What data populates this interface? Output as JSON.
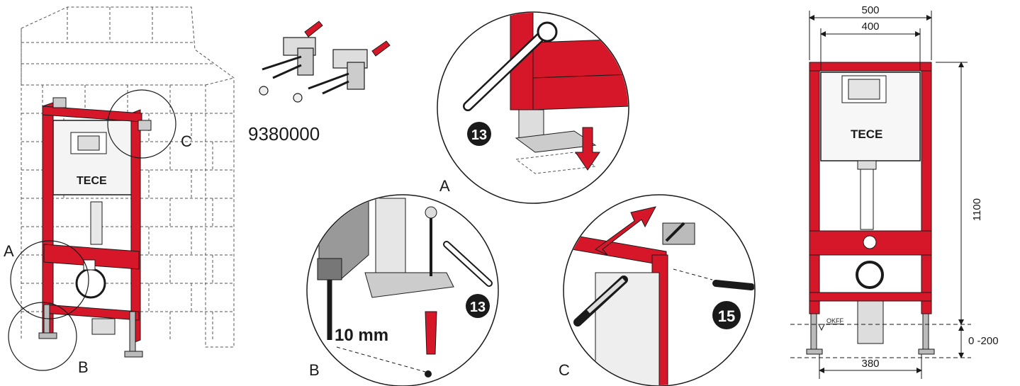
{
  "labels": {
    "overview_a": "A",
    "overview_b": "B",
    "overview_c": "C",
    "kit_number": "9380000",
    "detail_a": "A",
    "detail_b": "B",
    "detail_c": "C",
    "drill_size": "10 mm",
    "wrench_a": "13",
    "wrench_b": "13",
    "wrench_c": "15"
  },
  "logo": {
    "text": "TECE",
    "front_text": "TECE"
  },
  "dimensions": {
    "width_outer": "500",
    "width_inner": "400",
    "width_feet": "380",
    "height": "1100",
    "adjust_range": "0 -200",
    "floor_ref": "OKFF"
  },
  "colors": {
    "frame_red": "#d6172a",
    "line": "#1a1a1a",
    "dashed_wall": "#555555",
    "tank_white": "#f4f4f4"
  }
}
